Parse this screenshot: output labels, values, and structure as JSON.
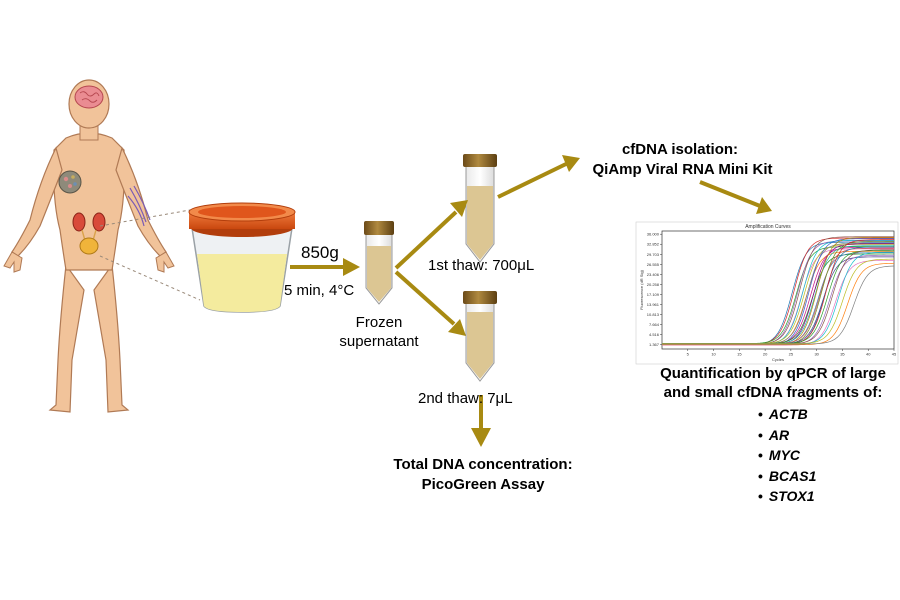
{
  "labels": {
    "centrifuge_speed": "850g",
    "centrifuge_conditions": "5 min, 4°C",
    "frozen": "Frozen",
    "supernatant": "supernatant",
    "first_thaw": "1st thaw: 700μL",
    "second_thaw": "2nd thaw: 7μL",
    "isolation_title": "cfDNA isolation:",
    "isolation_kit": "QiAmp Viral RNA Mini Kit",
    "total_dna_title": "Total DNA concentration:",
    "total_dna_assay": "PicoGreen Assay",
    "quant_line1": "Quantification by qPCR of large",
    "quant_line2": "and small cfDNA fragments of:"
  },
  "genes": [
    "ACTB",
    "AR",
    "MYC",
    "BCAS1",
    "STOX1"
  ],
  "amplification_plot": {
    "title": "Amplification Curves",
    "xlabel": "Cycles",
    "ylabel": "Fluorescence (dR Sig)",
    "x_ticks": [
      "5",
      "10",
      "15",
      "20",
      "25",
      "30",
      "35",
      "40",
      "45"
    ],
    "y_ticks": [
      "36.000",
      "32.852",
      "29.703",
      "26.555",
      "23.406",
      "20.258",
      "17.109",
      "13.961",
      "10.813",
      "7.664",
      "4.516",
      "1.367"
    ],
    "curve_thresholds": [
      25.2,
      25.6,
      26.0,
      26.3,
      26.7,
      27.0,
      27.3,
      27.6,
      27.9,
      28.2,
      28.5,
      28.8,
      29.1,
      29.4,
      29.7,
      30.0,
      30.3,
      30.6,
      30.9,
      31.2,
      31.5,
      31.8,
      32.1,
      32.5,
      33.0,
      33.6,
      34.2,
      35.0,
      36.0,
      37.2
    ],
    "curve_plateaus": [
      33.5,
      34.8,
      32.1,
      33.9,
      35.2,
      31.4,
      34.1,
      32.8,
      30.6,
      33.2,
      34.6,
      31.9,
      29.8,
      33.0,
      32.4,
      35.0,
      30.2,
      31.6,
      33.7,
      28.9,
      32.0,
      34.3,
      30.9,
      29.4,
      31.1,
      27.8,
      30.4,
      28.2,
      26.9,
      26.1
    ]
  },
  "colors": {
    "arrow": "#a88a12",
    "skin": "#f1c39a",
    "skin_outline": "#b07a55",
    "lid": "#e0561c",
    "lid_dark": "#b23e0c",
    "cup_fluid": "#f4eb9e",
    "tube_cap": "#8a6425",
    "tube_liquid": "#dcc693",
    "curve_palette": [
      "#1f77b4",
      "#d62728",
      "#2ca02c",
      "#9467bd",
      "#8c564b",
      "#e377c2",
      "#17becf",
      "#bcbd22",
      "#ff7f0e",
      "#7f7f7f",
      "#3a5fcd",
      "#c71585",
      "#228b22",
      "#8b008b",
      "#20b2aa",
      "#b8860b",
      "#4682b4",
      "#cd5c5c",
      "#6b8e23",
      "#483d8b"
    ]
  },
  "icons": [
    "human-body-icon",
    "specimen-cup-icon",
    "centrifuge-tube-icon",
    "amplification-plot-icon"
  ]
}
